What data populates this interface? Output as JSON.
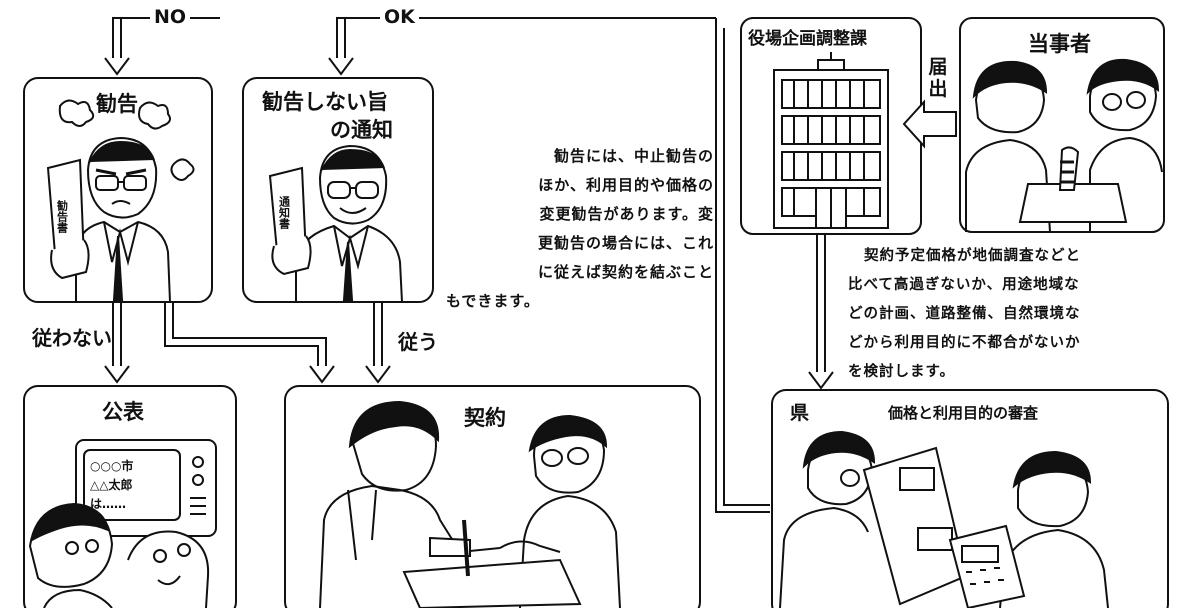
{
  "flow": {
    "no": "NO",
    "ok": "OK"
  },
  "boxes": {
    "kankoku": "勧告",
    "no_kankoku_line1": "勧告しない旨",
    "no_kankoku_line2": "の通知",
    "yakuba": "役場企画調整課",
    "tojisha": "当事者",
    "kohyo": "公表",
    "keiyaku": "契約",
    "ken": "県",
    "ken_sub": "価格と利用目的の審査"
  },
  "arrows": {
    "shitagawanai": "従わない",
    "shitagau": "従う",
    "todokede": "届出"
  },
  "notes": {
    "kankoku_note": [
      "勧告には、中止勧告の",
      "ほか、利用目的や価格の",
      "変更勧告があります。変",
      "更勧告の場合には、これ",
      "に従えば契約を結ぶこと",
      "もできます。"
    ],
    "shinsa_note": [
      "契約予定価格が地価調査などと",
      "比べて高過ぎないか、用途地域な",
      "どの計画、道路整備、自然環境な",
      "どから利用目的に不都合がないか",
      "を検討します。"
    ]
  },
  "paper_text": {
    "kankoku_doc": "勧告書",
    "tsuchi_doc": "通知書",
    "screen_line1": "○○○市",
    "screen_line2": "△△太郎",
    "screen_line3": "は……"
  }
}
